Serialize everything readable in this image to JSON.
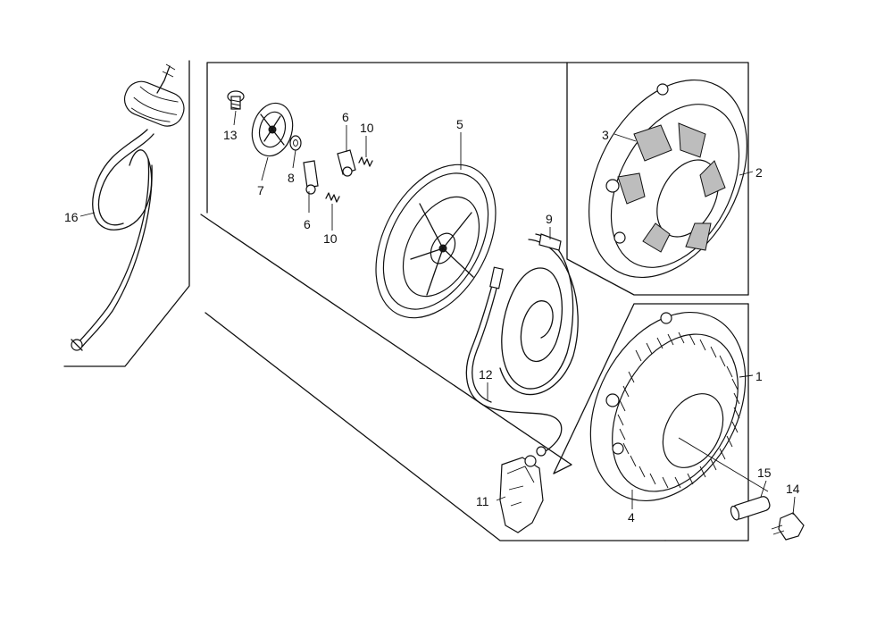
{
  "callouts": {
    "c1": "1",
    "c2": "2",
    "c3": "3",
    "c4": "4",
    "c5": "5",
    "c6a": "6",
    "c6b": "6",
    "c7": "7",
    "c8": "8",
    "c9": "9",
    "c10a": "10",
    "c10b": "10",
    "c11": "11",
    "c12": "12",
    "c13": "13",
    "c14": "14",
    "c15": "15",
    "c16": "16"
  },
  "colors": {
    "ink": "#111111",
    "paper": "#ffffff",
    "shade": "#bdbdbd"
  }
}
